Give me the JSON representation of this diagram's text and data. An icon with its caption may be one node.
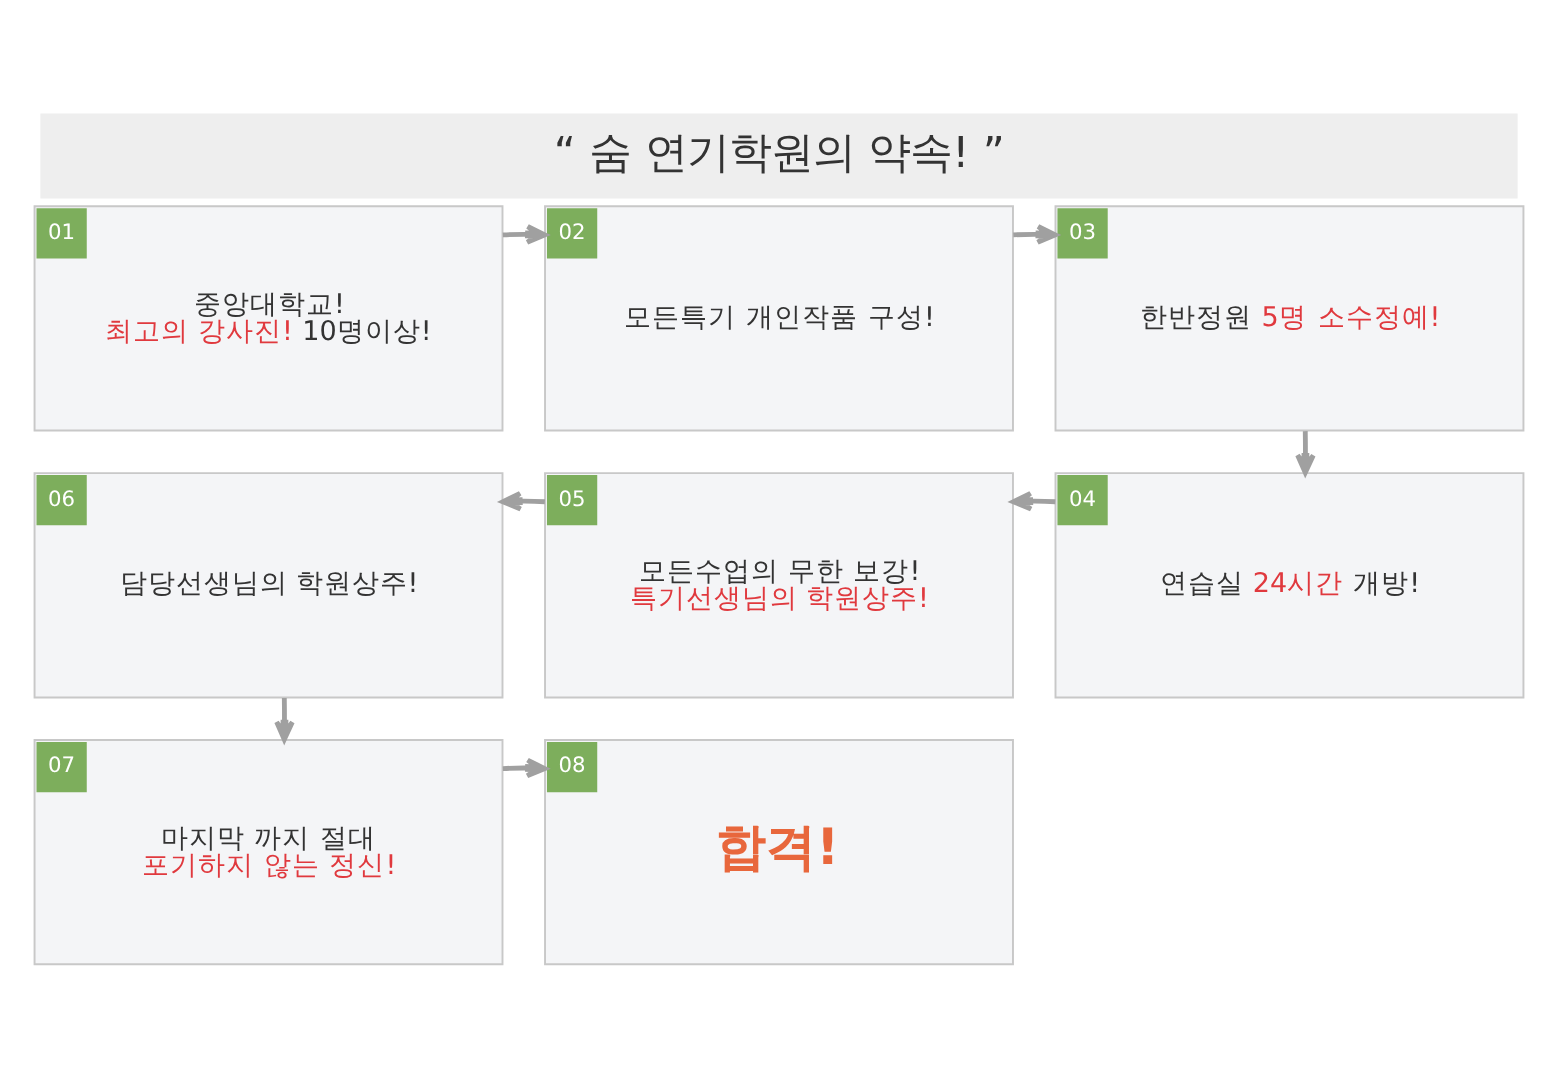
{
  "diagram": {
    "title": "“ 숨 연기학원의 약속! ”",
    "nodes": [
      {
        "text": [
          "01",
          "중앙대학교! 최고의 강사진! 10명이상!"
        ]
      },
      {
        "text": [
          "02",
          "모든특기 개인작품 구성!"
        ]
      },
      {
        "text": [
          "03",
          "한반정원 5명 소수정예!"
        ]
      },
      {
        "text": [
          "04",
          "연습실 24시간 개방!"
        ]
      },
      {
        "text": [
          "05",
          "모든수업의 무한 보강! 특기선생님의 학원상주!"
        ]
      },
      {
        "text": [
          "06",
          "담당선생님의 학원상주!"
        ]
      },
      {
        "text": [
          "07",
          "마지막 까지 절대 포기하지 않는 정신!"
        ]
      },
      {
        "text": [
          "08",
          "합격!"
        ]
      }
    ],
    "edges": [
      {
        "from": 0,
        "to": 1,
        "arrow": "to"
      },
      {
        "from": 1,
        "to": 2,
        "arrow": "to"
      },
      {
        "from": 2,
        "to": 3,
        "arrow": "to"
      },
      {
        "from": 3,
        "to": 4,
        "arrow": "to"
      },
      {
        "from": 4,
        "to": 5,
        "arrow": "to"
      },
      {
        "from": 5,
        "to": 6,
        "arrow": "to"
      },
      {
        "from": 6,
        "to": 7,
        "arrow": "to"
      }
    ]
  }
}
